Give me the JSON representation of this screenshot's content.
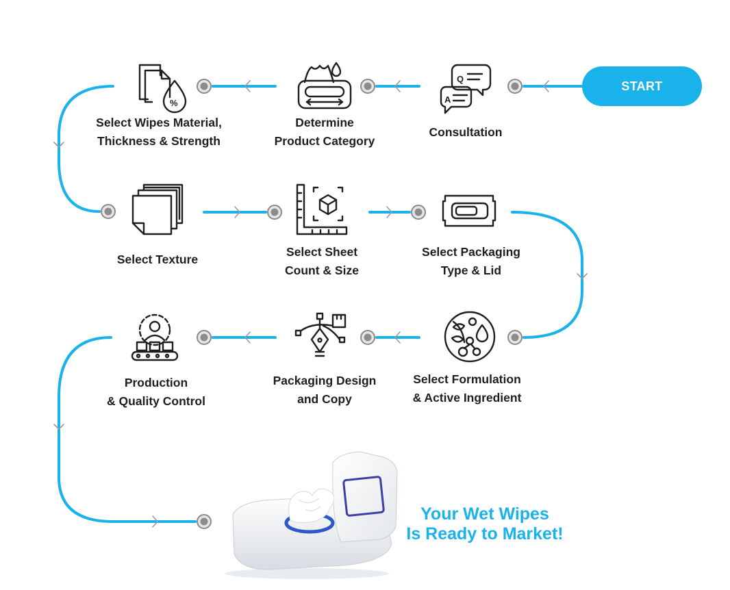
{
  "start_label": "START",
  "steps": [
    {
      "id": "consultation",
      "icon": "chat-bubbles-icon",
      "lines": [
        "Consultation"
      ]
    },
    {
      "id": "determine-category",
      "icon": "wipes-pack-icon",
      "lines": [
        "Determine",
        "Product Category"
      ]
    },
    {
      "id": "select-material",
      "icon": "material-drop-percent-icon",
      "lines": [
        "Select Wipes Material,",
        "Thickness & Strength"
      ]
    },
    {
      "id": "select-texture",
      "icon": "texture-layers-icon",
      "lines": [
        "Select Texture"
      ]
    },
    {
      "id": "select-sheet-count",
      "icon": "ruler-cube-icon",
      "lines": [
        "Select Sheet",
        "Count & Size"
      ]
    },
    {
      "id": "select-packaging",
      "icon": "packaging-lid-icon",
      "lines": [
        "Select Packaging",
        "Type & Lid"
      ]
    },
    {
      "id": "select-formulation",
      "icon": "formulation-leaves-icon",
      "lines": [
        "Select Formulation",
        "& Active Ingredient"
      ]
    },
    {
      "id": "packaging-design",
      "icon": "pen-tool-design-icon",
      "lines": [
        "Packaging Design",
        "and Copy"
      ]
    },
    {
      "id": "production",
      "icon": "factory-worker-conveyor-icon",
      "lines": [
        "Production",
        "& Quality Control"
      ]
    }
  ],
  "final_lines": [
    "Your Wet Wipes",
    "Is Ready to Market!"
  ],
  "colors": {
    "accent": "#1ab2ea",
    "icon": "#1e1e1e",
    "node_ring": "#8a8a8a",
    "node_fill": "#e6e6e6"
  }
}
